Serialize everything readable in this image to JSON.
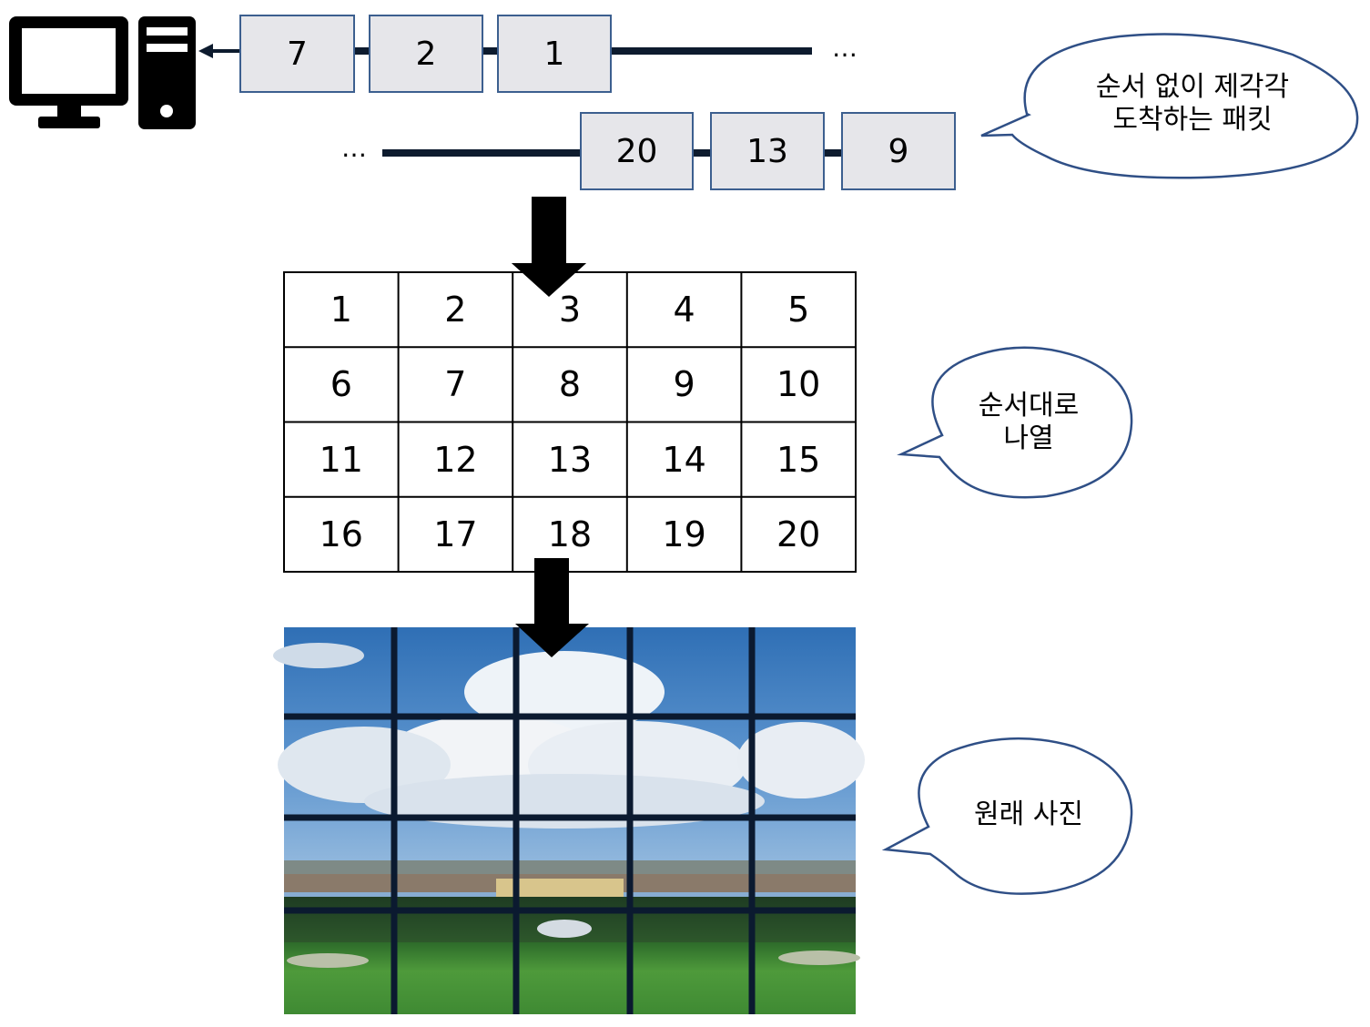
{
  "top_stream": {
    "packets": [
      "7",
      "2",
      "1"
    ],
    "trailing_ellipsis": "…"
  },
  "bottom_stream": {
    "leading_ellipsis": "…",
    "packets": [
      "20",
      "13",
      "9"
    ]
  },
  "callouts": {
    "unordered_packets": "순서 없이 제각각\n도착하는 패킷",
    "ordered": "순서대로\n나열",
    "original_photo": "원래 사진"
  },
  "grid": {
    "rows": [
      [
        "1",
        "2",
        "3",
        "4",
        "5"
      ],
      [
        "6",
        "7",
        "8",
        "9",
        "10"
      ],
      [
        "11",
        "12",
        "13",
        "14",
        "15"
      ],
      [
        "16",
        "17",
        "18",
        "19",
        "20"
      ]
    ]
  },
  "icons": {
    "computer": "desktop-computer-icon"
  },
  "colors": {
    "packet_fill": "#e6e6ea",
    "packet_border": "#3c5f8f",
    "line": "#0d1b2e",
    "bubble_border": "#2f4f86",
    "arrow": "#000000"
  }
}
